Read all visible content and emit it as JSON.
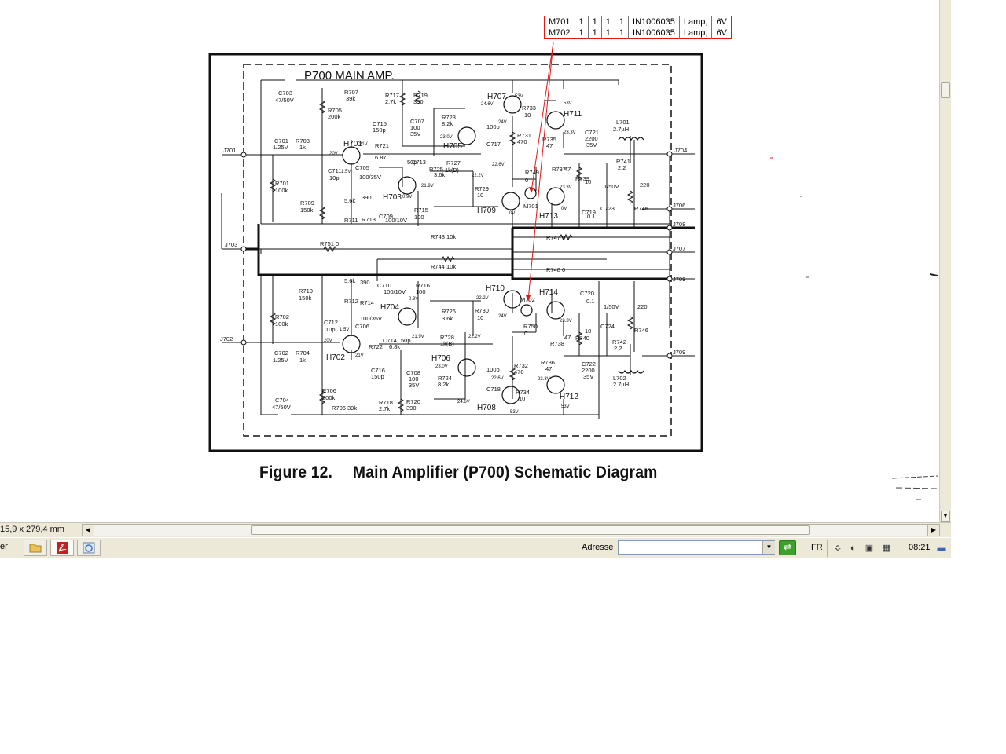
{
  "parts_table": {
    "rows": [
      {
        "ref": "M701",
        "c1": "1",
        "c2": "1",
        "c3": "1",
        "c4": "1",
        "part_no": "IN1006035",
        "desc": "Lamp,",
        "value": "6V"
      },
      {
        "ref": "M702",
        "c1": "1",
        "c2": "1",
        "c3": "1",
        "c4": "1",
        "part_no": "IN1006035",
        "desc": "Lamp,",
        "value": "6V"
      }
    ]
  },
  "schematic": {
    "title": "P700    MAIN AMP.",
    "labels_top": {
      "c703": "C703",
      "c703v": "47/50V",
      "r707": "R707",
      "r707v": "39k",
      "r705": "R705",
      "r705v": "200k",
      "r717": "R717",
      "r717v": "2.7k",
      "r719": "R719",
      "r719v": "390",
      "c707": "C707",
      "c707v": "100",
      "c707w": "35V",
      "r723": "R723",
      "r723v": "8.2k",
      "h705": "H705",
      "c715": "C715",
      "c715v": "150p",
      "r721": "R721",
      "r721v": "6.8k",
      "h707": "H707",
      "r733": "R733",
      "r733v": "10",
      "h711": "H711",
      "c717": "C717",
      "c717v": "100p",
      "r731": "R731",
      "r731v": "470",
      "r735": "R735",
      "r735v": "47",
      "c721": "C721",
      "c721v": "2200",
      "c721w": "35V",
      "l701": "L701",
      "l701v": "2.7µH",
      "r741": "R741",
      "r741v": "2.2",
      "c701": "C701",
      "c701v": "1/25V",
      "r703": "R703",
      "r703v": "1k",
      "h701": "H701",
      "c713": "C713",
      "c713v": "50p",
      "r725": "R725",
      "r725v": "3.6k",
      "r727": "R727",
      "r727v": "1k(B)",
      "c711": "C711",
      "c711v": "10p",
      "c705": "C705",
      "c705v": "100/35V",
      "h703": "H703",
      "r729": "R729",
      "r729v": "10",
      "r749": "R749",
      "r749v": "0",
      "r737": "R737",
      "r737v": "47",
      "r739": "R739",
      "r739v": "10",
      "c723": "C723",
      "c723v": "1/50V",
      "r745": "R745",
      "r745v": "220",
      "r701": "R701",
      "r701v": "100k",
      "r709": "R709",
      "r709v": "150k",
      "r711": "R711",
      "r711v": "5.6k",
      "r713": "R713",
      "r713v": "390",
      "c709": "C709",
      "c709v": "100/10V",
      "r715": "R715",
      "r715v": "100",
      "h709": "H709",
      "m701": "M701",
      "h713": "H713",
      "c719": "C719",
      "c719v": "0.1",
      "r751": "R751  0",
      "r743": "R743  10k",
      "r747": "R747  0",
      "r744": "R744  10k",
      "r748": "R748  0"
    },
    "labels_bottom": {
      "r710": "R710",
      "r710v": "150k",
      "r712": "R712",
      "r712v": "5.6k",
      "r714": "R714",
      "r714v": "390",
      "c710": "C710",
      "c710v": "100/10V",
      "r716": "R716",
      "r716v": "100",
      "h704": "H704",
      "r702": "R702",
      "r702v": "100k",
      "c712": "C712",
      "c712v": "10p",
      "c706": "C706",
      "c706v": "100/35V",
      "c714": "C714",
      "c714v": "50p",
      "r726": "R726",
      "r726v": "3.6k",
      "r728": "R728",
      "r728v": "1k(B)",
      "r730": "R730",
      "r730v": "10",
      "h710": "H710",
      "m702": "M702",
      "r750": "R750",
      "r750v": "0",
      "h714": "H714",
      "c720": "C720",
      "c720v": "0.1",
      "c724": "C724",
      "c724v": "1/50V",
      "r746": "R746",
      "r746v": "220",
      "c702": "C702",
      "c702v": "1/25V",
      "r704": "R704",
      "r704v": "1k",
      "h702": "H702",
      "r722": "R722",
      "r722v": "6.8k",
      "c716": "C716",
      "c716v": "150p",
      "c708": "C708",
      "c708v": "100",
      "c708w": "35V",
      "h706": "H706",
      "r724": "R724",
      "r724v": "8.2k",
      "c718": "C718",
      "c718v": "100p",
      "r732": "R732",
      "r732v": "470",
      "r734": "R734",
      "r734v": "10",
      "h712": "H712",
      "r736": "R736",
      "r736v": "47",
      "r738": "R738",
      "r738v": "47",
      "r740": "R740",
      "r740v": "10",
      "c722": "C722",
      "c722v": "2200",
      "c722w": "35V",
      "r742": "R742",
      "r742v": "2.2",
      "l702": "L702",
      "l702v": "2.7µH",
      "r706": "R706",
      "r706v": "200k",
      "c704": "C704",
      "c704v": "47/50V",
      "r706b": "R706  39k",
      "r718": "R718",
      "r718v": "2.7k",
      "r720": "R720",
      "r720v": "390",
      "h708": "H708"
    },
    "voltages": {
      "v1": "21V",
      "v2": "20V",
      "v3": "1.5V",
      "v4": "24.6V",
      "v5": "53V",
      "v6": "24V",
      "v7": "23.0V",
      "v8": "53V",
      "v9": "23.3V",
      "v10": "22.6V",
      "v11": "21.9V",
      "v12": "22.2V",
      "v13": "0.9V",
      "v14": "0V",
      "v15": "23.3V",
      "v16": "0V",
      "v17": "0.9V",
      "v18": "22.2V",
      "v19": "23.3V",
      "v20": "21.9V",
      "v21": "22.2V",
      "v22": "24V",
      "v23": "1.5V",
      "v24": "20V",
      "v25": "21V",
      "v26": "23.0V",
      "v27": "22.6V",
      "v28": "23.3V",
      "v29": "24.6V",
      "v30": "53V",
      "v31": "53V"
    },
    "jacks": {
      "j701": "J701",
      "j702": "J702",
      "j703": "J703",
      "j704": "J704",
      "j706": "J706",
      "j707": "J707",
      "j708": "J708",
      "j709a": "J709",
      "j709b": "J709"
    }
  },
  "caption": {
    "figure": "Figure 12.",
    "title": "Main  Amplifier (P700)  Schematic Diagram"
  },
  "statusbar": {
    "page_size": "15,9 x 279,4 mm"
  },
  "taskbar": {
    "start_fragment": "er",
    "address_label": "Adresse",
    "address_value": "",
    "language": "FR",
    "clock": "08:21",
    "icons": [
      "folder-icon",
      "pdf-reader-icon",
      "internet-explorer-icon",
      "go-icon",
      "tray-chevron-icon",
      "volume-icon",
      "network-icon",
      "keyboard-icon",
      "display-icon"
    ]
  },
  "colors": {
    "annotation_red": "#e01818",
    "go_green": "#3ca12a",
    "chrome": "#ece9d8"
  }
}
